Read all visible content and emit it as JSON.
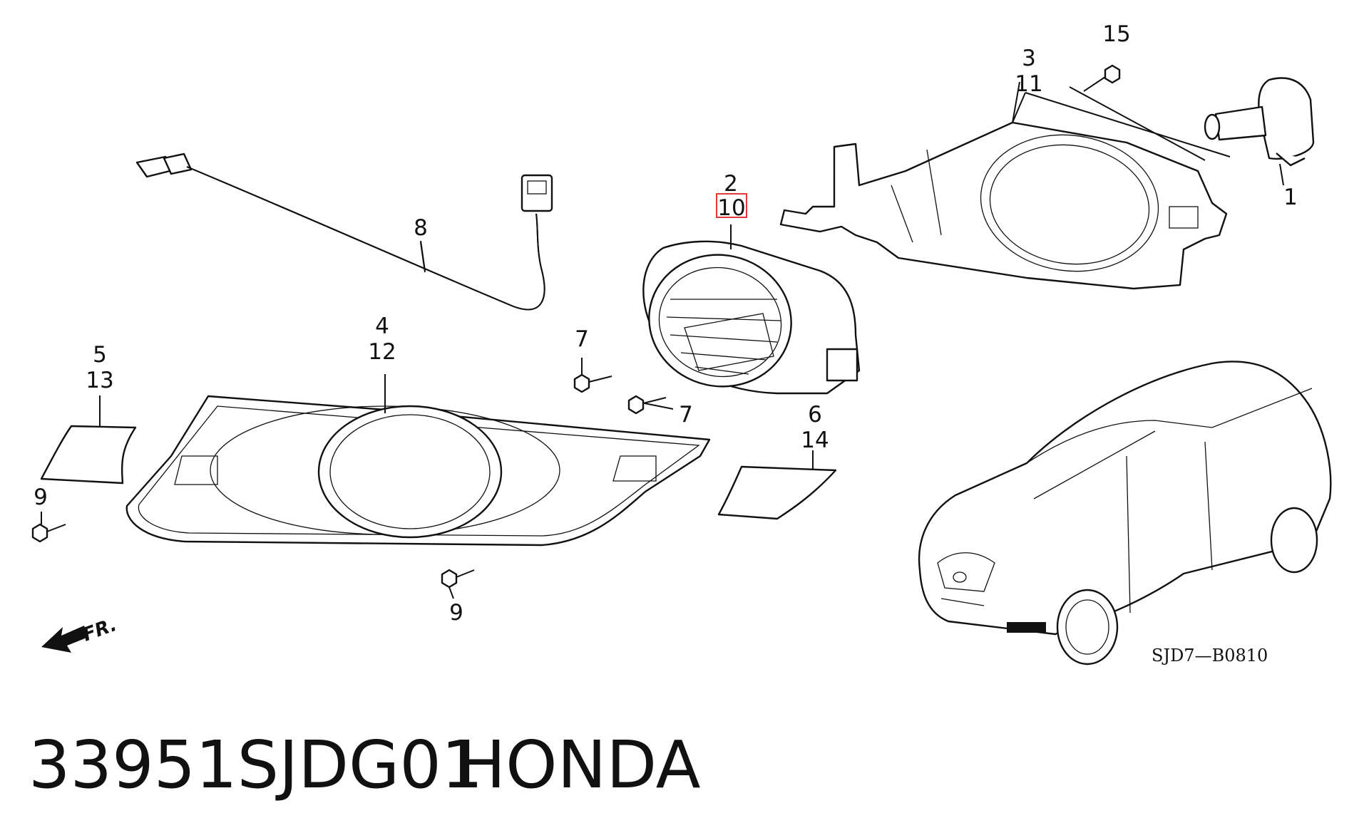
{
  "diagram": {
    "callouts": {
      "c1": "1",
      "c2": "2",
      "c3": "3",
      "c4": "4",
      "c5": "5",
      "c6": "6",
      "c7a": "7",
      "c7b": "7",
      "c8": "8",
      "c9a": "9",
      "c9b": "9",
      "c10": "10",
      "c11": "11",
      "c12": "12",
      "c13": "13",
      "c14": "14",
      "c15": "15"
    },
    "highlighted_callout": "10",
    "highlight_color": "#e23b3b",
    "direction_label": "FR.",
    "diagram_code": "SJD7—B0810"
  },
  "caption": {
    "part_number": "33951SJDG01",
    "brand": "HONDA"
  }
}
